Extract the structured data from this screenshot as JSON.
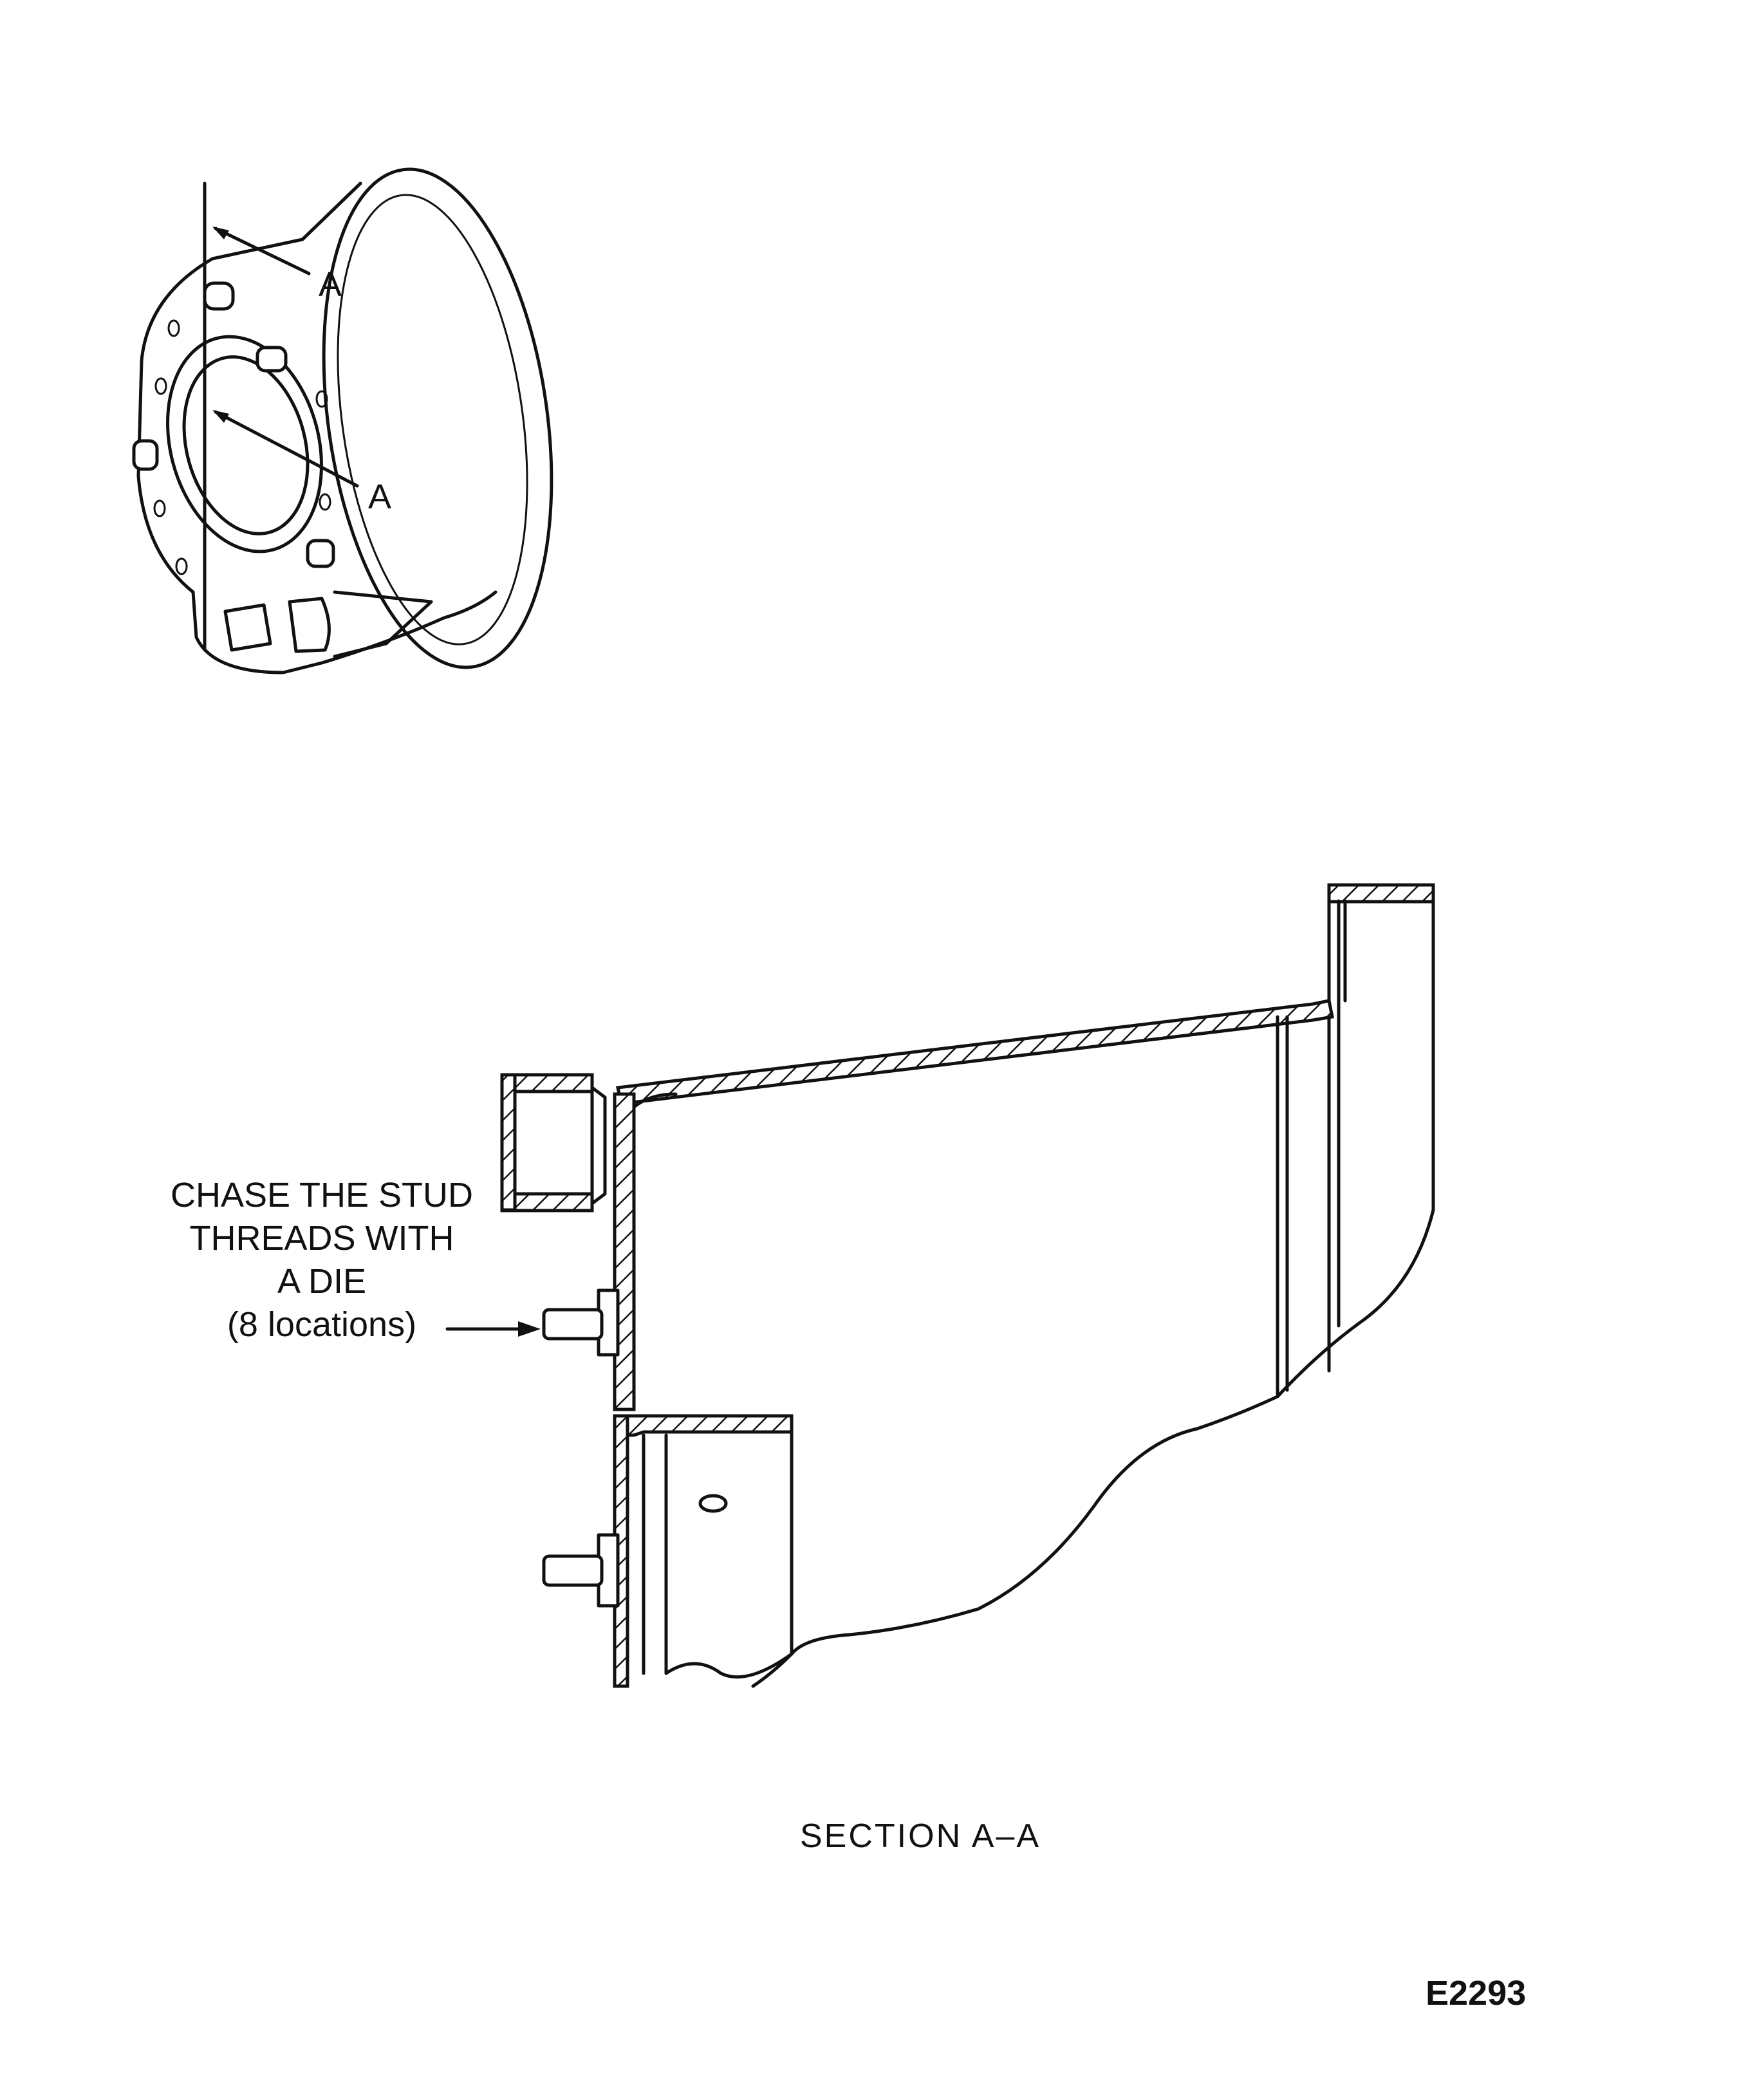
{
  "iso_view": {
    "section_label_top": "A",
    "section_label_bottom": "A"
  },
  "callout": {
    "lines": [
      "CHASE THE STUD",
      "THREADS WITH",
      "A DIE",
      "(8 locations)"
    ]
  },
  "caption": "SECTION A–A",
  "figure_id": "E2293"
}
